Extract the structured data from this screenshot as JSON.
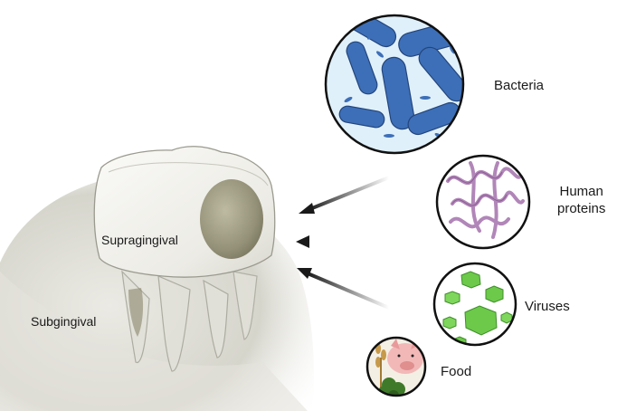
{
  "labels": {
    "bacteria": "Bacteria",
    "human_proteins": [
      "Human",
      "proteins"
    ],
    "viruses": "Viruses",
    "food": "Food",
    "supragingival": "Supragingival",
    "subgingival": "Subgingival"
  },
  "icons": {
    "bacteria_circle": "bacteria-icon",
    "proteins_circle": "protein-icon",
    "viruses_circle": "virus-icon",
    "food_circle": "food-icon"
  },
  "colors": {
    "bacteria": "#3d6fb8",
    "bacteria_bg": "#dff0fa",
    "protein": "#b186b8",
    "virus": "#6cc94a",
    "tooth": "#eeeeea",
    "gum": "#d9d8d0",
    "arrow": "#1a1a1a"
  }
}
